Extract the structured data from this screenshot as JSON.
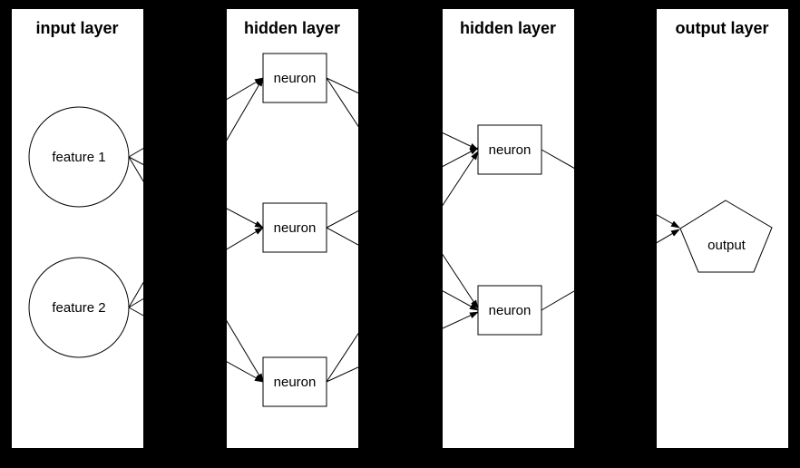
{
  "diagram": {
    "type": "neural-network-diagram",
    "background_color": "#000000",
    "panel_color": "#ffffff",
    "line_color": "#000000",
    "text_color": "#000000"
  },
  "layers": [
    {
      "title": "input layer",
      "nodes": [
        {
          "id": "feature1",
          "label": "feature 1",
          "shape": "circle"
        },
        {
          "id": "feature2",
          "label": "feature 2",
          "shape": "circle"
        }
      ]
    },
    {
      "title": "hidden layer",
      "nodes": [
        {
          "id": "h1n1",
          "label": "neuron",
          "shape": "rect"
        },
        {
          "id": "h1n2",
          "label": "neuron",
          "shape": "rect"
        },
        {
          "id": "h1n3",
          "label": "neuron",
          "shape": "rect"
        }
      ]
    },
    {
      "title": "hidden layer",
      "nodes": [
        {
          "id": "h2n1",
          "label": "neuron",
          "shape": "rect"
        },
        {
          "id": "h2n2",
          "label": "neuron",
          "shape": "rect"
        }
      ]
    },
    {
      "title": "output layer",
      "nodes": [
        {
          "id": "output",
          "label": "output",
          "shape": "pentagon"
        }
      ]
    }
  ],
  "edges": [
    {
      "from": "feature1",
      "to": "h1n1"
    },
    {
      "from": "feature1",
      "to": "h1n2"
    },
    {
      "from": "feature1",
      "to": "h1n3"
    },
    {
      "from": "feature2",
      "to": "h1n1"
    },
    {
      "from": "feature2",
      "to": "h1n2"
    },
    {
      "from": "feature2",
      "to": "h1n3"
    },
    {
      "from": "h1n1",
      "to": "h2n1"
    },
    {
      "from": "h1n1",
      "to": "h2n2"
    },
    {
      "from": "h1n2",
      "to": "h2n1"
    },
    {
      "from": "h1n2",
      "to": "h2n2"
    },
    {
      "from": "h1n3",
      "to": "h2n1"
    },
    {
      "from": "h1n3",
      "to": "h2n2"
    },
    {
      "from": "h2n1",
      "to": "output"
    },
    {
      "from": "h2n2",
      "to": "output"
    }
  ]
}
